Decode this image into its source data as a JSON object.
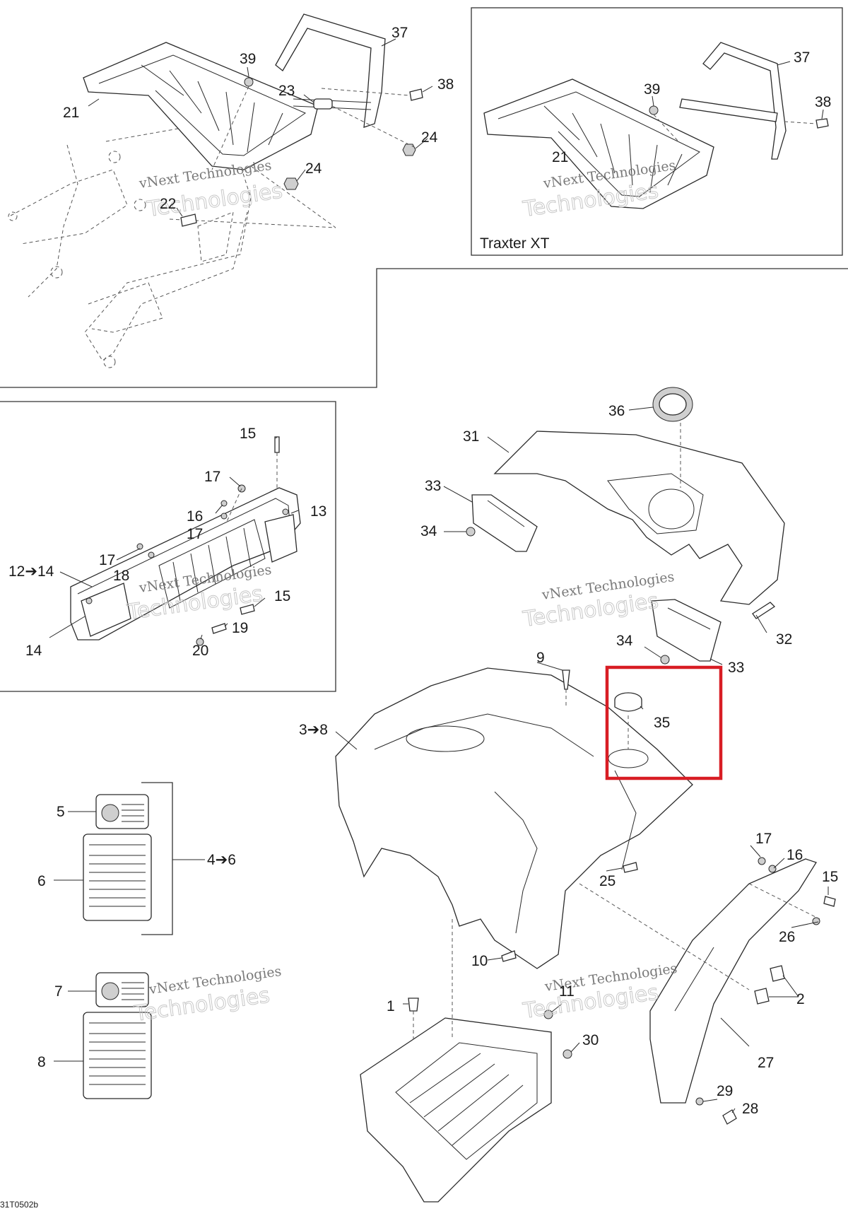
{
  "diagram": {
    "inset_caption": "Traxter XT",
    "drawing_code": "31T0502b",
    "watermark_line1": "vNext Technologies",
    "watermark_line2": "Technologies",
    "highlight_color": "#d81d24",
    "labels": {
      "l1": "1",
      "l2": "2",
      "l3to8": "3➔8",
      "l4to6": "4➔6",
      "l5": "5",
      "l6": "6",
      "l7": "7",
      "l8": "8",
      "l9": "9",
      "l10": "10",
      "l11": "11",
      "l12to14": "12➔14",
      "l13": "13",
      "l14": "14",
      "l15a": "15",
      "l15b": "15",
      "l15c": "15",
      "l16a": "16",
      "l16b": "16",
      "l17a": "17",
      "l17b": "17",
      "l17c": "17",
      "l17d": "17",
      "l18": "18",
      "l19": "19",
      "l20": "20",
      "l21a": "21",
      "l21b": "21",
      "l22": "22",
      "l23": "23",
      "l24a": "24",
      "l24b": "24",
      "l25": "25",
      "l26": "26",
      "l27": "27",
      "l28": "28",
      "l29": "29",
      "l30": "30",
      "l31": "31",
      "l32": "32",
      "l33a": "33",
      "l33b": "33",
      "l34a": "34",
      "l34b": "34",
      "l35": "35",
      "l36": "36",
      "l37a": "37",
      "l37b": "37",
      "l38a": "38",
      "l38b": "38",
      "l39a": "39",
      "l39b": "39"
    }
  }
}
